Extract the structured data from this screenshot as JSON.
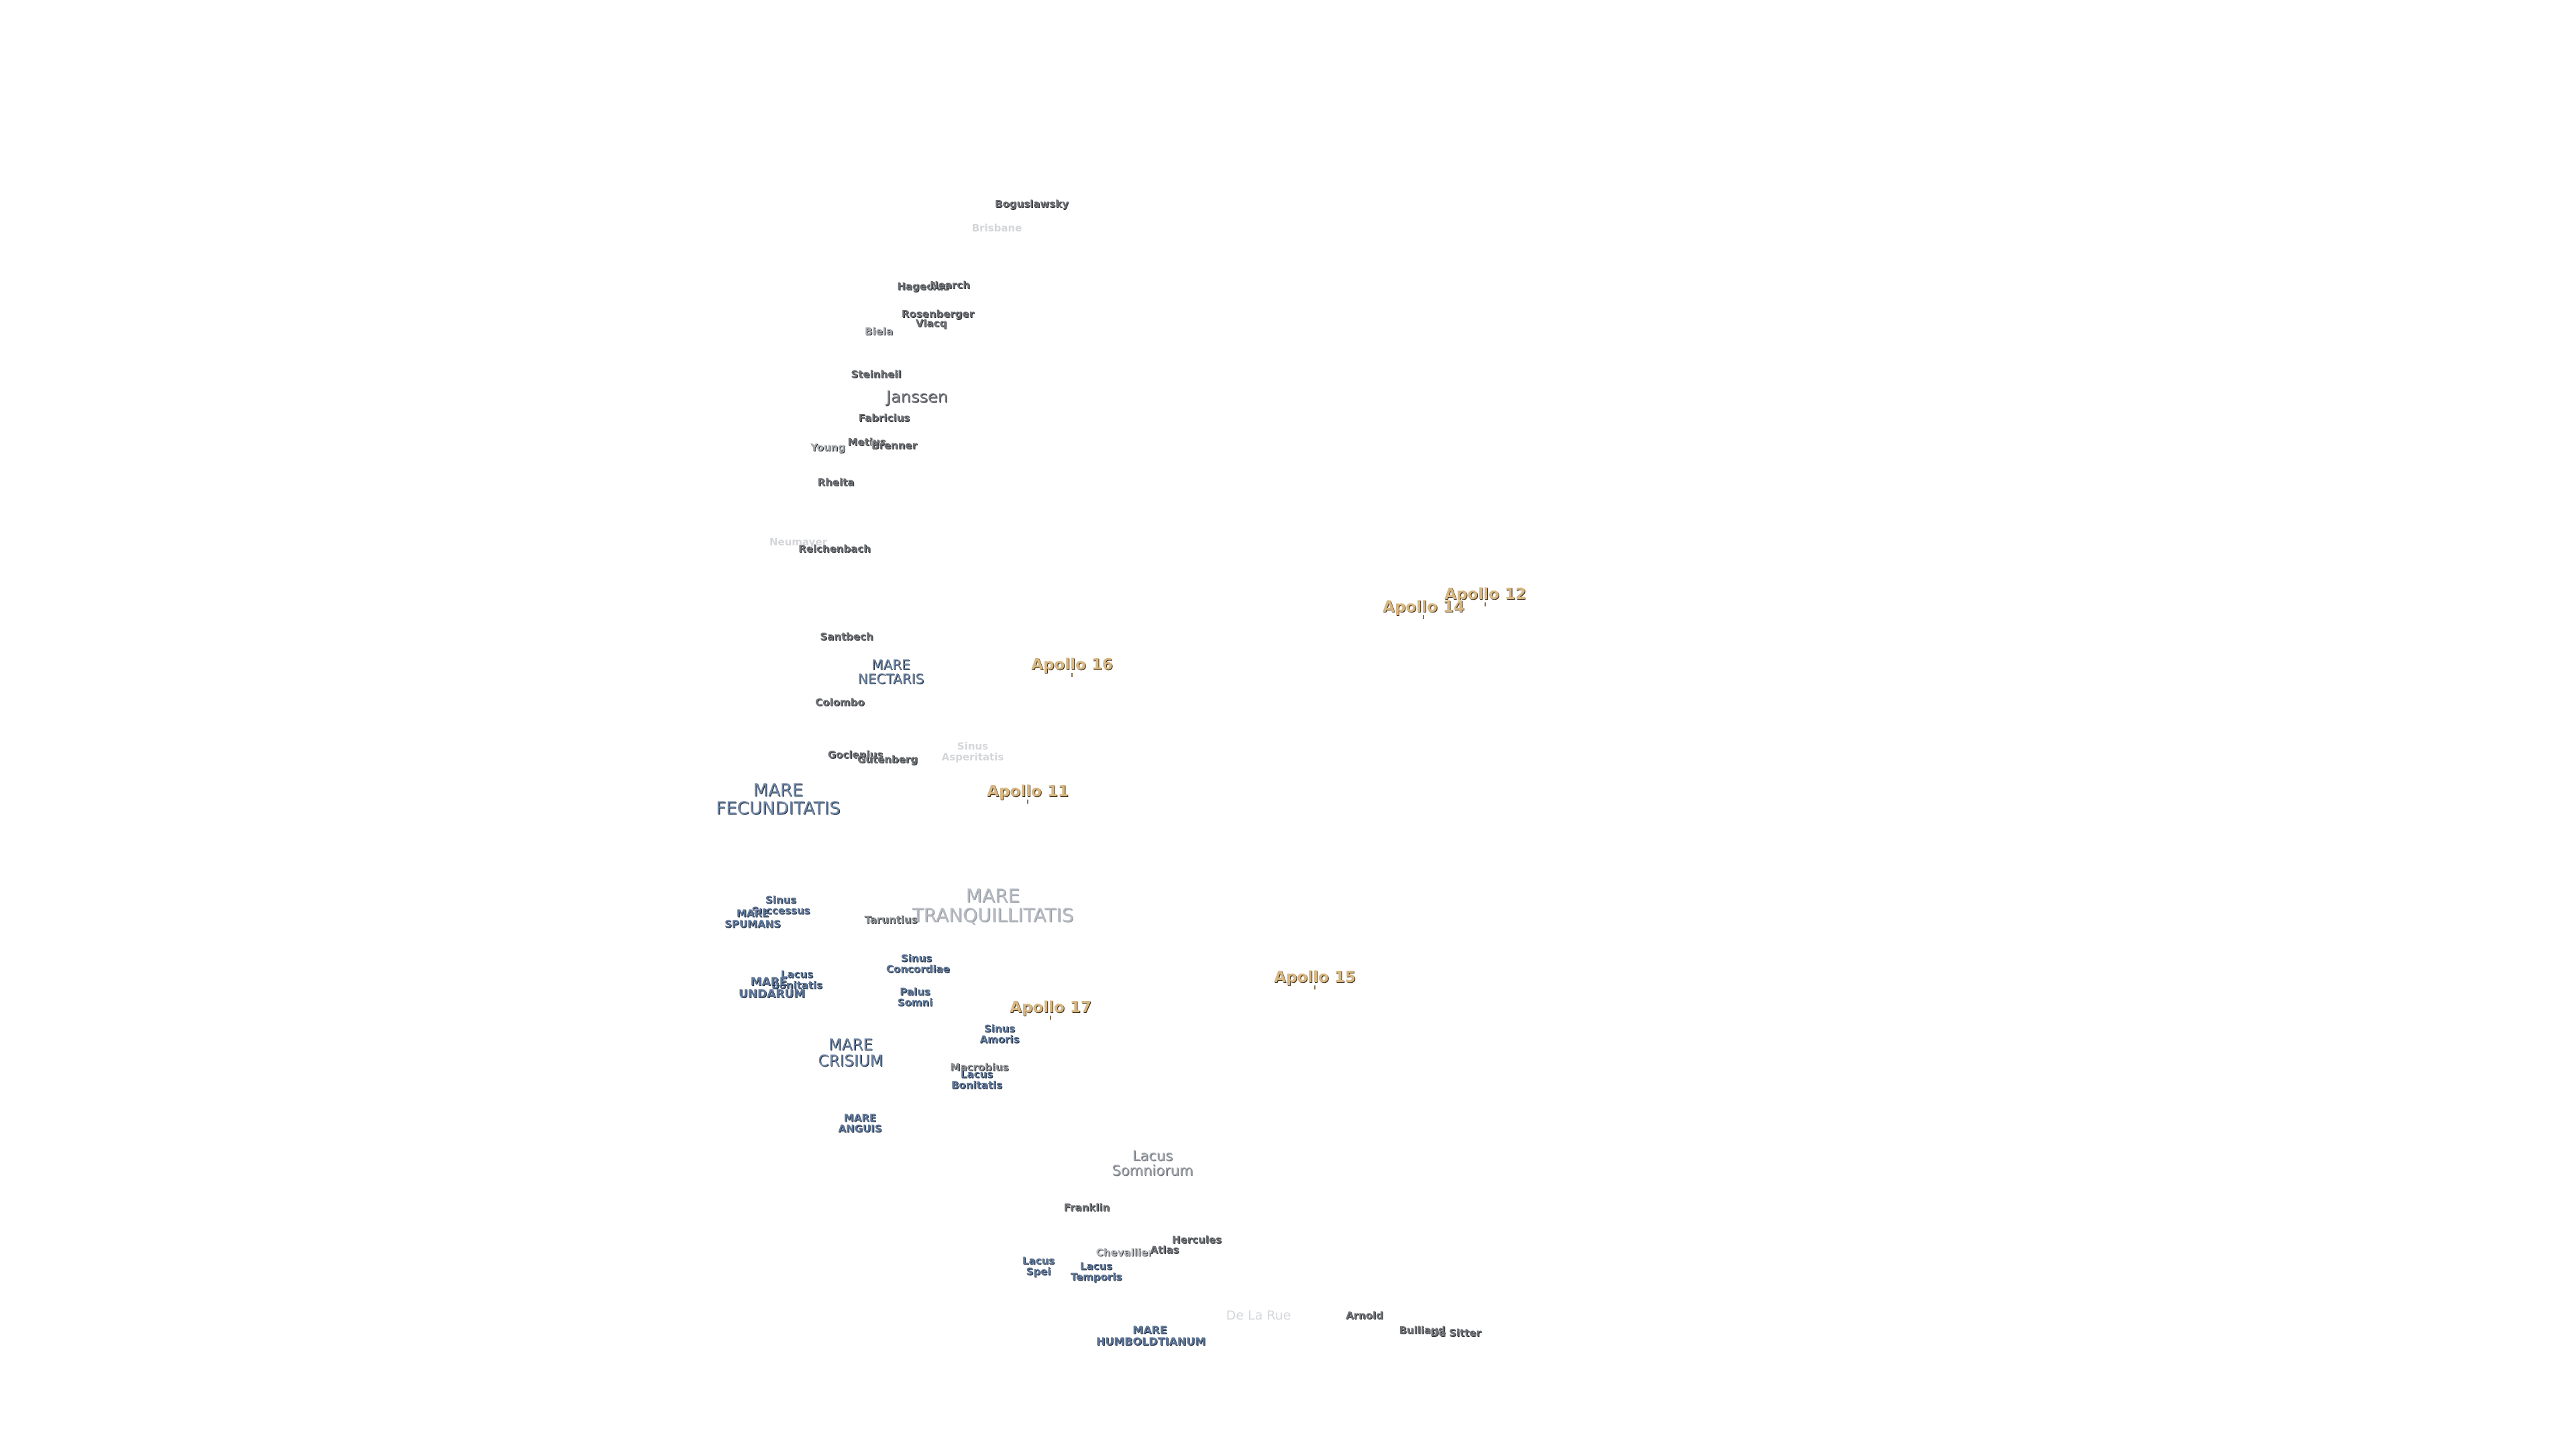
{
  "map": {
    "craters": [
      {
        "name": "Boguslawsky"
      },
      {
        "name": "Hagecius"
      },
      {
        "name": "Nearch"
      },
      {
        "name": "Rosenberger"
      },
      {
        "name": "Vlacq"
      },
      {
        "name": "Biela"
      },
      {
        "name": "Steinheil"
      },
      {
        "name": "Janssen"
      },
      {
        "name": "Fabricius"
      },
      {
        "name": "Young"
      },
      {
        "name": "Metius"
      },
      {
        "name": "Brenner"
      },
      {
        "name": "Rheita"
      },
      {
        "name": "Reichenbach"
      },
      {
        "name": "Santbech"
      },
      {
        "name": "Colombo"
      },
      {
        "name": "Goclenius"
      },
      {
        "name": "Gutenberg"
      },
      {
        "name": "Taruntius"
      },
      {
        "name": "Macrobius"
      },
      {
        "name": "Franklin"
      },
      {
        "name": "Chevallier"
      },
      {
        "name": "Atlas"
      },
      {
        "name": "Hercules"
      },
      {
        "name": "Arnold"
      },
      {
        "name": "Bulliaud"
      },
      {
        "name": "De Sitter"
      }
    ],
    "faint_labels": [
      {
        "name": "Brisbane"
      },
      {
        "name": "Neumayer"
      },
      {
        "name": "Sinus Asperitatis"
      },
      {
        "name": "De La Rue"
      }
    ],
    "maria": [
      {
        "name": "MARE NECTARIS"
      },
      {
        "name": "MARE FECUNDITATIS"
      },
      {
        "name": "Sinus Successus"
      },
      {
        "name": "MARE SPUMANS"
      },
      {
        "name": "Sinus Concordiae"
      },
      {
        "name": "Palus Somni"
      },
      {
        "name": "Lacus Bonitatis"
      },
      {
        "name": "MARE UNDARUM"
      },
      {
        "name": "Sinus Amoris"
      },
      {
        "name": "MARE CRISIUM"
      },
      {
        "name": "MARE ANGUIS"
      },
      {
        "name": "Lacus Spei"
      },
      {
        "name": "Lacus Temporis"
      },
      {
        "name": "MARE HUMBOLDTIANUM"
      }
    ],
    "light_maria": [
      {
        "name": "MARE TRANQUILLITATIS"
      },
      {
        "name": "Lacus Somniorum"
      }
    ],
    "apollo_sites": [
      {
        "name": "Apollo 12"
      },
      {
        "name": "Apollo 14"
      },
      {
        "name": "Apollo 16"
      },
      {
        "name": "Apollo 11"
      },
      {
        "name": "Apollo 15"
      },
      {
        "name": "Apollo 17"
      }
    ],
    "colors": {
      "background": "#ffffff",
      "crater_label": "#6f7277",
      "mare_label": "#6f86a6",
      "apollo_label": "#d8b783"
    }
  }
}
